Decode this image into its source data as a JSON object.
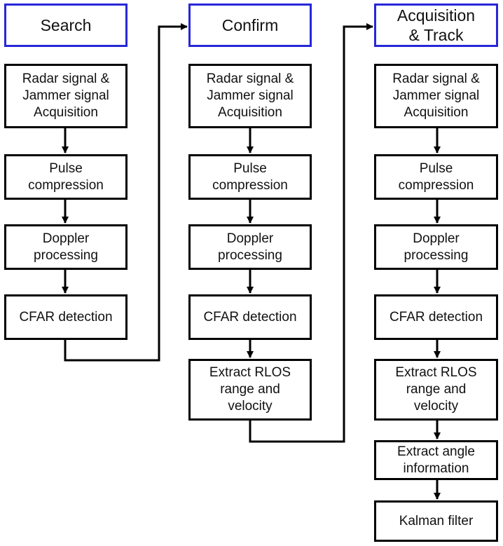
{
  "columns": [
    {
      "header": "Search",
      "steps": [
        "Radar signal &\nJammer signal\nAcquisition",
        "Pulse\ncompression",
        "Doppler\nprocessing",
        "CFAR detection"
      ]
    },
    {
      "header": "Confirm",
      "steps": [
        "Radar signal &\nJammer signal\nAcquisition",
        "Pulse\ncompression",
        "Doppler\nprocessing",
        "CFAR detection",
        "Extract RLOS\nrange and\nvelocity"
      ]
    },
    {
      "header": "Acquisition\n& Track",
      "steps": [
        "Radar signal &\nJammer signal\nAcquisition",
        "Pulse\ncompression",
        "Doppler\nprocessing",
        "CFAR detection",
        "Extract RLOS\nrange and\nvelocity",
        "Extract angle\ninformation",
        "Kalman filter"
      ]
    }
  ],
  "colors": {
    "header_border": "#2727d8",
    "box_border": "#000000",
    "arrow": "#000000"
  }
}
